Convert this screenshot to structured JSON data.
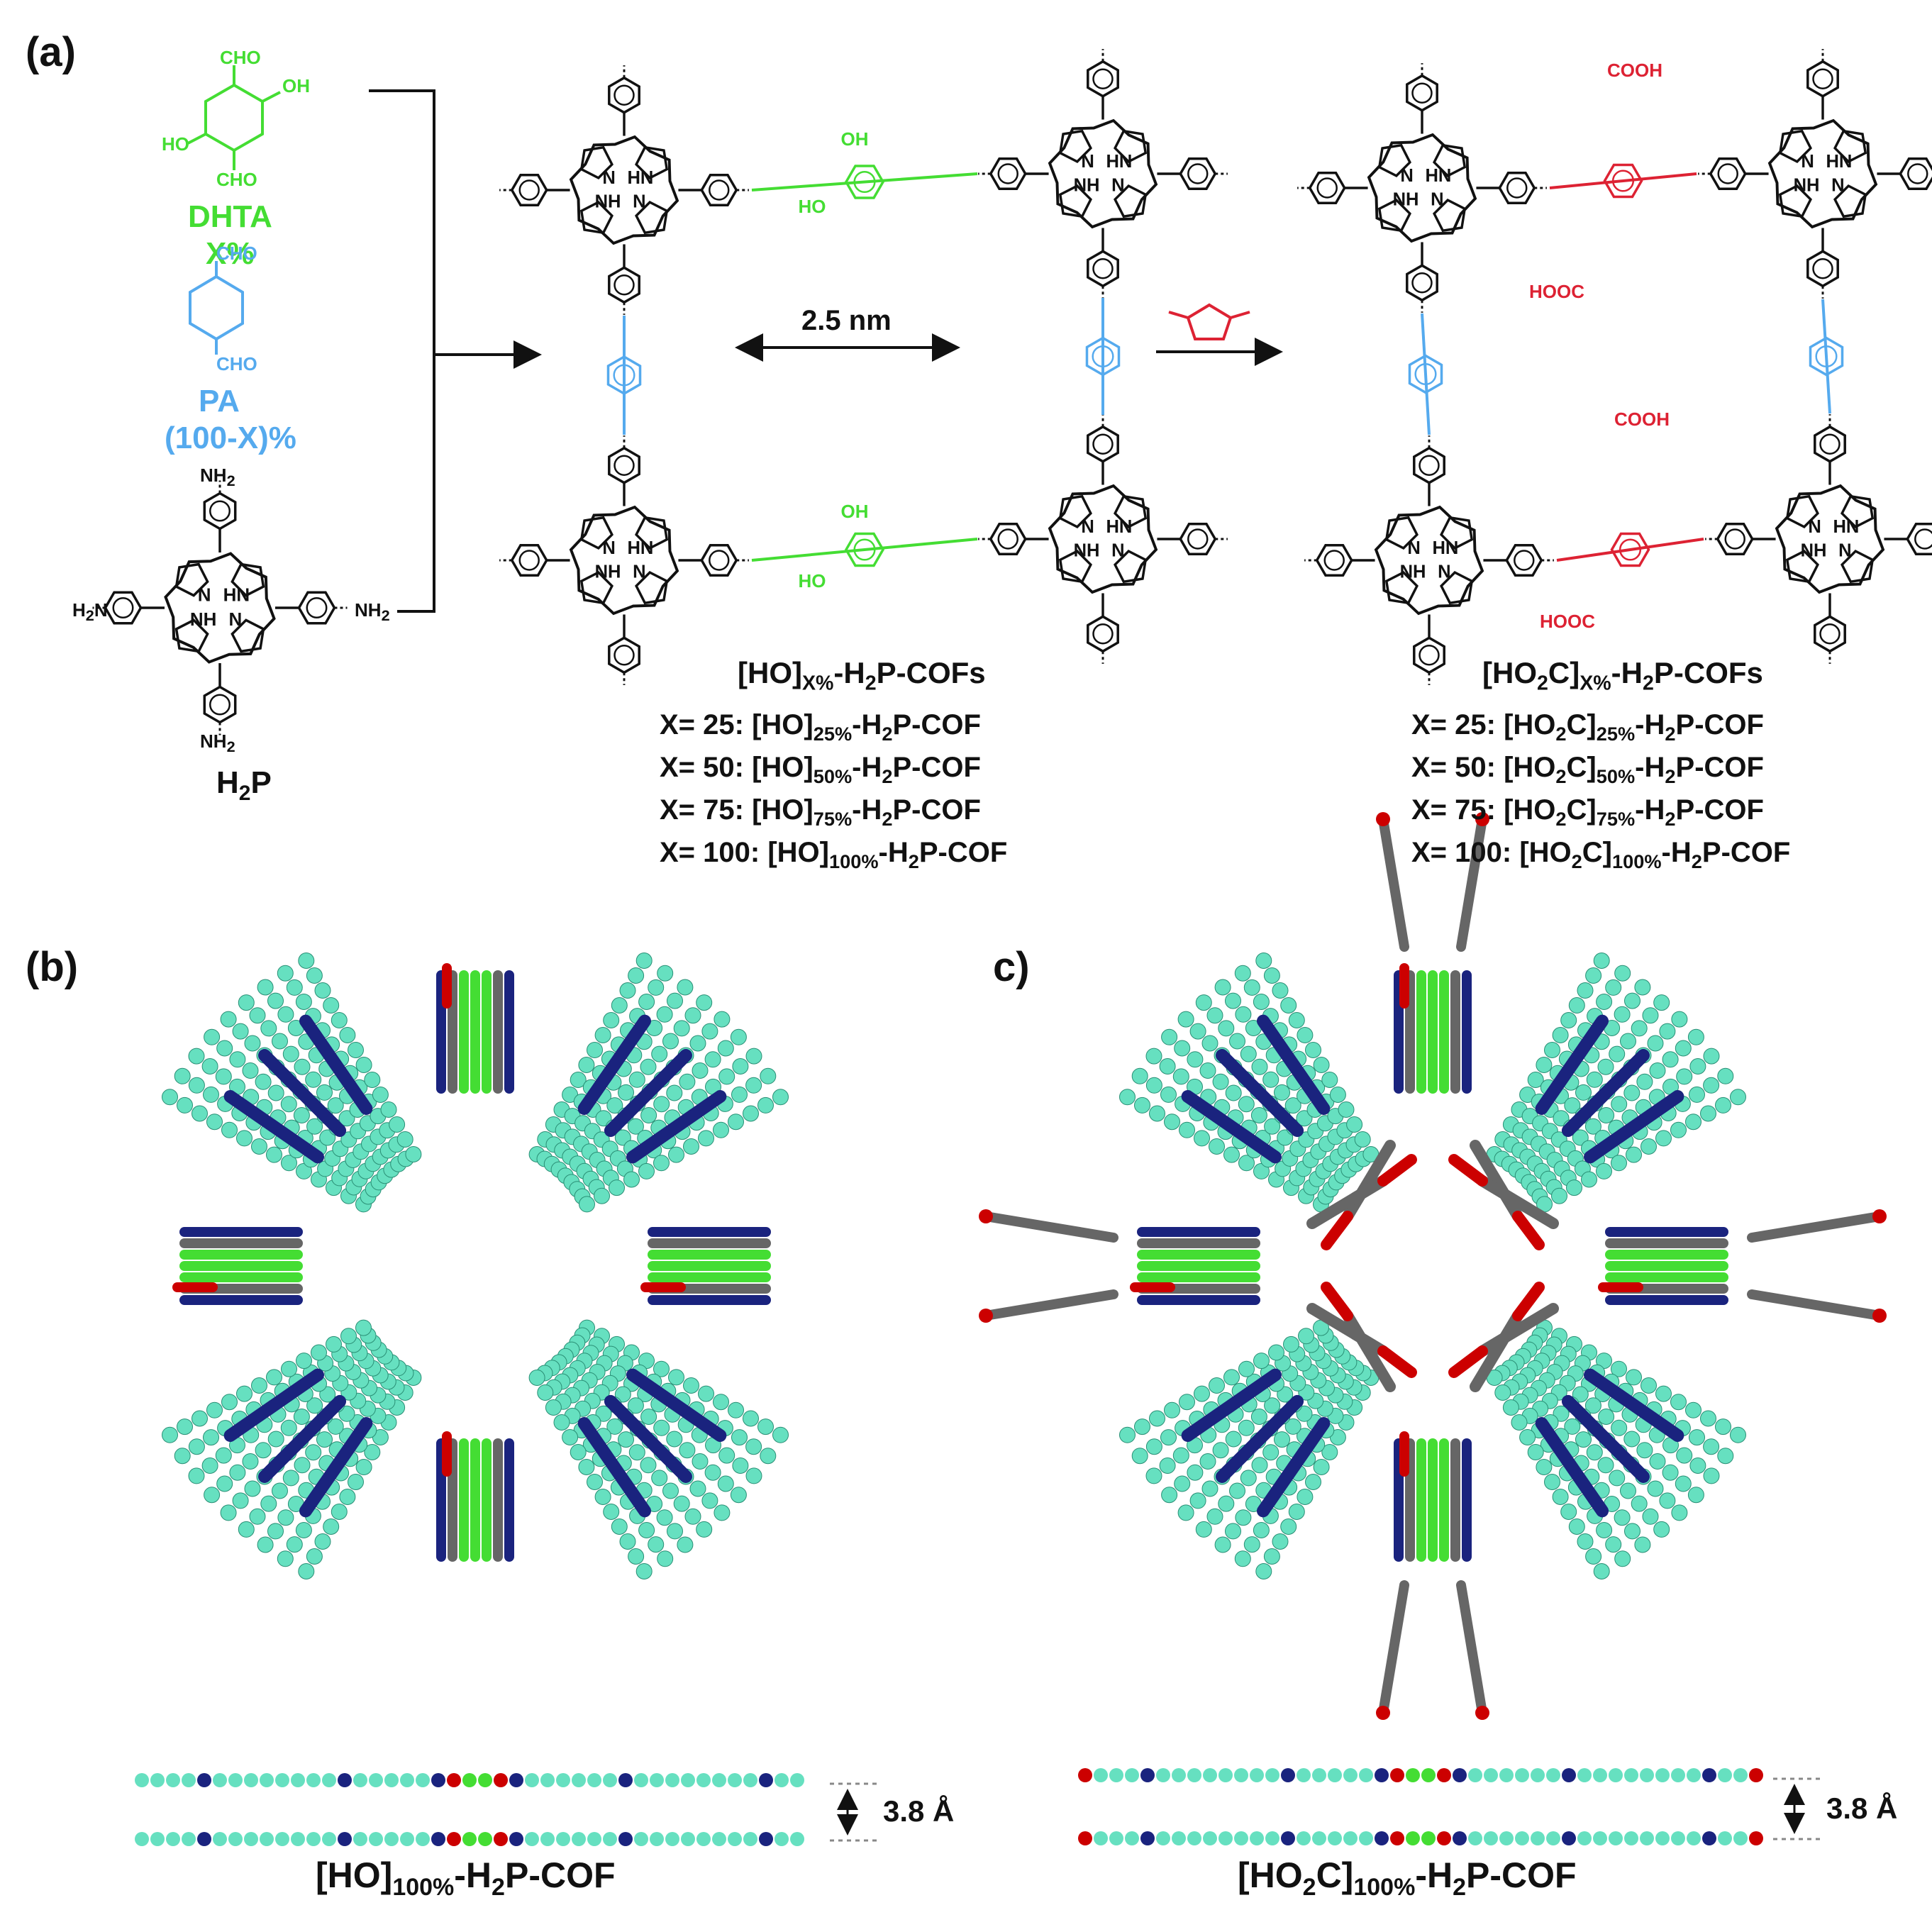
{
  "panels": {
    "a": "(a)",
    "b": "(b)",
    "c": "c)"
  },
  "monomers": {
    "dhta_name": "DHTA",
    "dhta_fraction": "X%",
    "dhta_cho_top": "CHO",
    "dhta_oh": "OH",
    "dhta_ho": "HO",
    "dhta_cho_bottom": "CHO",
    "pa_name": "PA",
    "pa_fraction": "(100-X)%",
    "pa_cho_top": "CHO",
    "pa_cho_bottom": "CHO",
    "h2p_name_main": "H",
    "h2p_name_sub": "2",
    "h2p_name_tail": "P",
    "nh2": "NH",
    "nh2_sub": "2",
    "h2n": "H",
    "h2n_sub": "2",
    "h2n_tail": "N"
  },
  "scheme": {
    "pore_size": "2.5 nm",
    "atom_n": "N",
    "atom_hn": "HN",
    "atom_nh": "NH",
    "oh": "OH",
    "ho": "HO",
    "cooh": "COOH",
    "hooc": "HOOC"
  },
  "series_ho": {
    "title_pre": "[HO]",
    "title_sub": "X%",
    "title_post": "-H",
    "title_sub2": "2",
    "title_tail": "P-COFs",
    "rows": [
      {
        "pre": "X= 25: [HO]",
        "sub": "25%",
        "post": "-H",
        "sub2": "2",
        "tail": "P-COF"
      },
      {
        "pre": "X= 50: [HO]",
        "sub": "50%",
        "post": "-H",
        "sub2": "2",
        "tail": "P-COF"
      },
      {
        "pre": "X= 75: [HO]",
        "sub": "75%",
        "post": "-H",
        "sub2": "2",
        "tail": "P-COF"
      },
      {
        "pre": "X= 100: [HO]",
        "sub": "100%",
        "post": "-H",
        "sub2": "2",
        "tail": "P-COF"
      }
    ]
  },
  "series_ho2c": {
    "title_pre": "[HO",
    "title_sub0": "2",
    "title_mid": "C]",
    "title_sub": "X%",
    "title_post": "-H",
    "title_sub2": "2",
    "title_tail": "P-COFs",
    "rows": [
      {
        "pre": "X= 25: [HO",
        "sub0": "2",
        "mid": "C]",
        "sub": "25%",
        "post": "-H",
        "sub2": "2",
        "tail": "P-COF"
      },
      {
        "pre": "X= 50: [HO",
        "sub0": "2",
        "mid": "C]",
        "sub": "50%",
        "post": "-H",
        "sub2": "2",
        "tail": "P-COF"
      },
      {
        "pre": "X= 75: [HO",
        "sub0": "2",
        "mid": "C]",
        "sub": "75%",
        "post": "-H",
        "sub2": "2",
        "tail": "P-COF"
      },
      {
        "pre": "X= 100: [HO",
        "sub0": "2",
        "mid": "C]",
        "sub": "100%",
        "post": "-H",
        "sub2": "2",
        "tail": "P-COF"
      }
    ]
  },
  "structures": {
    "spacing_b": "3.8 Å",
    "spacing_c": "3.8 Å",
    "caption_b_pre": "[HO]",
    "caption_b_sub": "100%",
    "caption_b_post": "-H",
    "caption_b_sub2": "2",
    "caption_b_tail": "P-COF",
    "caption_c_pre": "[HO",
    "caption_c_sub0": "2",
    "caption_c_mid": "C]",
    "caption_c_sub": "100%",
    "caption_c_post": "-H",
    "caption_c_sub2": "2",
    "caption_c_tail": "P-COF"
  },
  "colors": {
    "green": "#44dd33",
    "blue": "#55aaee",
    "red": "#dd2233",
    "teal": "#66e0c0",
    "navy": "#1a237e",
    "grey": "#666666",
    "oxygen": "#cc0000"
  }
}
